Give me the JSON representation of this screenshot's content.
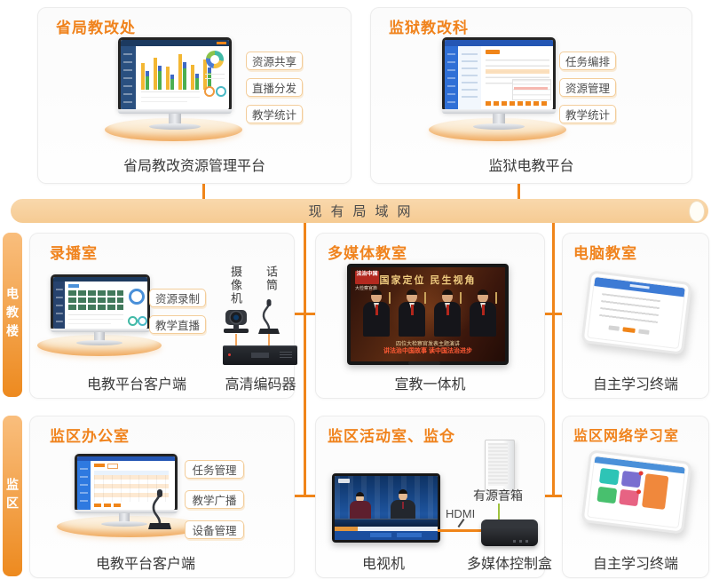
{
  "colors": {
    "accent": "#F08519",
    "lan_fill": "#F6CB93",
    "title_orange": "#F0831D"
  },
  "lan_bar": {
    "label": "现有局域网"
  },
  "side_tabs": {
    "building": "电教楼",
    "prison_area": "监区"
  },
  "top_left": {
    "title": "省局教改处",
    "tags": [
      "资源共享",
      "直播分发",
      "教学统计"
    ],
    "caption": "省局教改资源管理平台"
  },
  "top_right": {
    "title": "监狱教改科",
    "tags": [
      "任务编排",
      "资源管理",
      "教学统计"
    ],
    "caption": "监狱电教平台"
  },
  "recording_room": {
    "title": "录播室",
    "tags": [
      "资源录制",
      "教学直播"
    ],
    "camera_label": "摄像机",
    "mic_label": "话筒",
    "client_caption": "电教平台客户端",
    "encoder_caption": "高清编码器"
  },
  "multimedia_room": {
    "title": "多媒体教室",
    "caption": "宣教一体机",
    "tv_screen": {
      "logo_title": "法治中国",
      "logo_sub": "大检察官篇",
      "headline": "国家定位 民生视角",
      "subline": "四位大检察官发表主题演讲",
      "subline2": "讲法治中国故事 读中国法治进步"
    }
  },
  "computer_room": {
    "title": "电脑教室",
    "caption": "自主学习终端"
  },
  "office": {
    "title": "监区办公室",
    "tags": [
      "任务管理",
      "教学广播",
      "设备管理"
    ],
    "caption": "电教平台客户端"
  },
  "activity_room": {
    "title": "监区活动室、监仓",
    "tv_caption": "电视机",
    "speaker_label": "有源音箱",
    "hdmi_label": "HDMI",
    "controller_caption": "多媒体控制盒"
  },
  "network_room": {
    "title": "监区网络学习室",
    "caption": "自主学习终端"
  }
}
